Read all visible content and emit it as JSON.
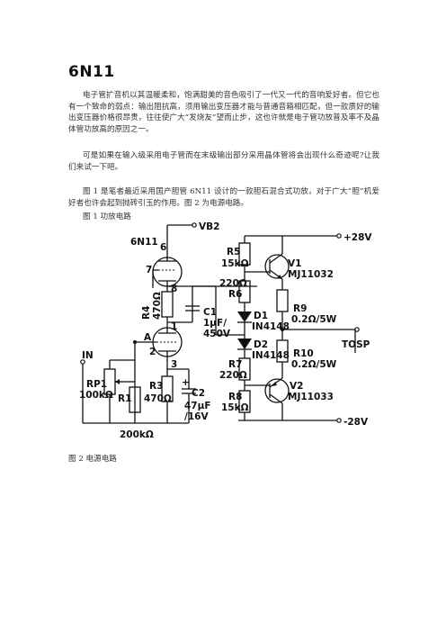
{
  "document": {
    "title": "6N11",
    "paragraphs": [
      "电子管扩音机以其温暖柔和，饱满甜美的音色吸引了一代又一代的音响爱好者。但它也有一个致命的弱点：输出阻抗高，须用输出变压器才能与普通音箱相匹配，但一款质好的输出变压器价格很昂贵，往往使广大“发烧友”望而止步，这也许就是电子管功放普及率不及晶体管功放高的原因之一。",
      "可是如果在输入级采用电子管而在末级输出部分采用晶体管将会出现什么奇迹呢?让我们来试一下吧。",
      "图 1 是笔者最近采用国产胆管 6N11 设计的一款胆石混合式功放，对于广大“胆”机爱好者也许会起到抛砖引玉的作用。图 2 为电源电路。"
    ],
    "figure1_caption": "图 1  功放电路",
    "figure2_caption": "图 2    电源电路"
  },
  "circuit": {
    "tube": "6N11",
    "vb2": "VB2",
    "vplus": "+28V",
    "vminus": "-28V",
    "input": "IN",
    "output": "TOSP",
    "node_a": "A",
    "pins": {
      "p6": "6",
      "p7": "7",
      "p8": "8",
      "p1": "1",
      "p2": "2",
      "p3": "3"
    },
    "components": {
      "r5": [
        "R5",
        "15kΩ"
      ],
      "r6": [
        "220Ω",
        "R6"
      ],
      "r4": [
        "R4",
        "470Ω"
      ],
      "c1": [
        "C1",
        "1μF/",
        "450V"
      ],
      "d1": [
        "D1",
        "IN4148"
      ],
      "d2": [
        "D2",
        "IN4148"
      ],
      "r7": [
        "R7",
        "220Ω"
      ],
      "r8": [
        "R8",
        "15kΩ"
      ],
      "v1": [
        "V1",
        "MJ11032"
      ],
      "v2": [
        "V2",
        "MJ11033"
      ],
      "r9": [
        "R9",
        "0.2Ω/5W"
      ],
      "r10": [
        "R10",
        "0.2Ω/5W"
      ],
      "rp1": [
        "RP1",
        "100kΩ"
      ],
      "r1": [
        "R1",
        "200kΩ"
      ],
      "r3": [
        "R3",
        "470Ω"
      ],
      "c2": [
        "C2",
        "47μF",
        "/16V"
      ]
    }
  }
}
